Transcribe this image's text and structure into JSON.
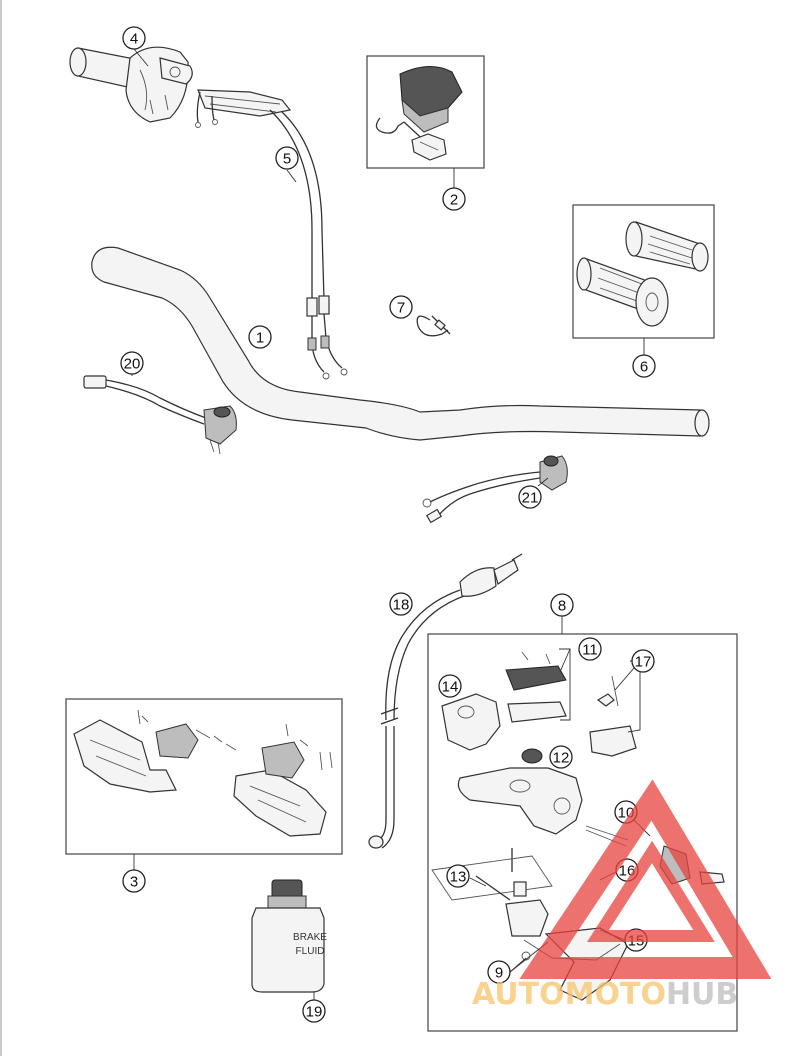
{
  "callouts": [
    {
      "label": "1"
    },
    {
      "label": "2"
    },
    {
      "label": "3"
    },
    {
      "label": "4"
    },
    {
      "label": "5"
    },
    {
      "label": "6"
    },
    {
      "label": "7"
    },
    {
      "label": "8"
    },
    {
      "label": "9"
    },
    {
      "label": "10"
    },
    {
      "label": "11"
    },
    {
      "label": "12"
    },
    {
      "label": "13"
    },
    {
      "label": "14"
    },
    {
      "label": "15"
    },
    {
      "label": "16"
    },
    {
      "label": "17"
    },
    {
      "label": "18"
    },
    {
      "label": "19"
    },
    {
      "label": "20"
    },
    {
      "label": "21"
    }
  ],
  "bottle": {
    "line1": "BRAKE",
    "line2": "FLUID"
  },
  "watermark": {
    "part1": "AUTOMOTO",
    "part2": "HUB",
    "accent_color": "#e8423c",
    "text_color": "#f7c46b"
  }
}
